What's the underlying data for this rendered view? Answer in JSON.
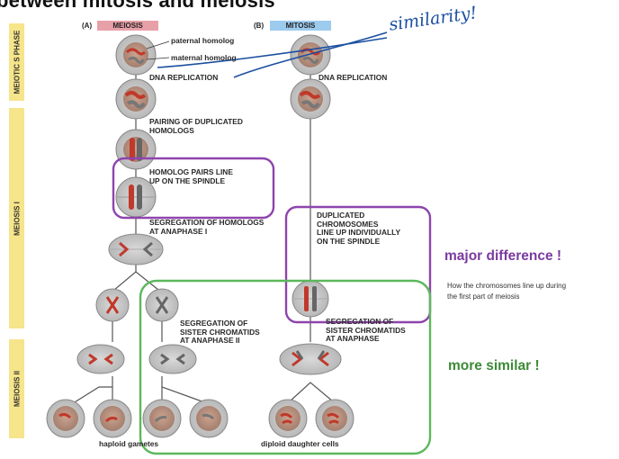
{
  "title": "between mitosis and meiosis",
  "columns": {
    "a_letter": "(A)",
    "a_label": "MEIOSIS",
    "b_letter": "(B)",
    "b_label": "MITOSIS"
  },
  "phases": {
    "s_phase": "MEIOTIC S PHASE",
    "meiosis1": "MEIOSIS I",
    "meiosis2": "MEIOSIS II"
  },
  "labels": {
    "paternal": "paternal homolog",
    "maternal": "maternal homolog",
    "dna_rep_a": "DNA REPLICATION",
    "dna_rep_b": "DNA REPLICATION",
    "pairing": "PAIRING OF DUPLICATED\nHOMOLOGS",
    "homolog_line": "HOMOLOG PAIRS LINE\nUP ON THE SPINDLE",
    "seg_homologs": "SEGREGATION OF HOMOLOGS\nAT ANAPHASE I",
    "dup_chrom": "DUPLICATED\nCHROMOSOMES\nLINE UP INDIVIDUALLY\nON THE SPINDLE",
    "seg_sister_a": "SEGREGATION OF\nSISTER CHROMATIDS\nAT ANAPHASE II",
    "seg_sister_b": "SEGREGATION OF\nSISTER CHROMATIDS\nAT ANAPHASE",
    "haploid": "haploid gametes",
    "diploid": "diploid daughter cells"
  },
  "annotations": {
    "handwritten": "similarity!",
    "major": "major difference !",
    "major_note": "How the chromosomes line up during\nthe first part of meiosis",
    "similar": "more similar !"
  },
  "colors": {
    "meiosis_header": "#e8a0a8",
    "mitosis_header": "#9ccbee",
    "phase_bar": "#f6e58a",
    "purple_box": "#8e44ad",
    "green_box": "#5cb85c",
    "ink": "#1a4fa0"
  }
}
